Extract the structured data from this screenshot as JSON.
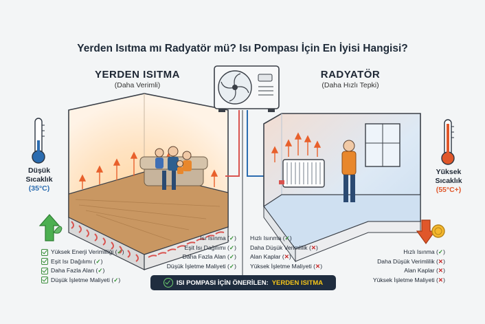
{
  "title": "Yerden Isıtma mı Radyatör mü? Isı Pompası İçin En İyisi Hangisi?",
  "left": {
    "heading": "YERDEN ISITMA",
    "subheading": "(Daha Verimli)",
    "thermometer": {
      "label_line1": "Düşük",
      "label_line2": "Sıcaklık",
      "label_line3": "(35°C)"
    },
    "benefits_icon": "leaf-arrow-up-icon",
    "list": [
      {
        "text": "Yüksek Enerji Verimliliği",
        "mark": "✓"
      },
      {
        "text": "Eşit Isı Dağılımı",
        "mark": "✓"
      },
      {
        "text": "Daha Fazla Alan",
        "mark": "✓"
      },
      {
        "text": "Düşük İşletme Maliyeti",
        "mark": "✓"
      }
    ]
  },
  "middle": {
    "list": [
      {
        "text": "Isı Isınma",
        "mark": "✓",
        "ok": true
      },
      {
        "text": "Eşit Isı Dağılımı",
        "mark": "✓",
        "ok": true
      },
      {
        "text": "Daha Fazla Alan",
        "mark": "✓",
        "ok": true
      },
      {
        "text": "Düşük İşletme Maliyeti",
        "mark": "✓",
        "ok": true
      }
    ],
    "list2": [
      {
        "text": "Hızlı Isınma",
        "mark": "✓",
        "ok": true
      },
      {
        "text": "Daha Düşük Verimlilik",
        "mark": "✕",
        "ok": false
      },
      {
        "text": "Alan Kaplar",
        "mark": "✕",
        "ok": false
      },
      {
        "text": "Yüksek İşletme Maliyeti",
        "mark": "✕",
        "ok": false
      }
    ]
  },
  "right": {
    "heading": "RADYATÖR",
    "subheading": "(Daha Hızlı Tepki)",
    "thermometer": {
      "label_line1": "Yüksek",
      "label_line2": "Sıcaklık",
      "label_line3": "(55°C+)"
    },
    "cost_icon": "arrow-down-coin-icon",
    "list": [
      {
        "text": "Hızlı Isınma",
        "mark": "✓",
        "ok": true
      },
      {
        "text": "Daha Düşük Verimlilik",
        "mark": "✕",
        "ok": false
      },
      {
        "text": "Alan Kaplar",
        "mark": "✕",
        "ok": false
      },
      {
        "text": "Yüksek İşletme Maliyeti",
        "mark": "✕",
        "ok": false
      }
    ]
  },
  "banner": {
    "prefix": "ISI POMPASI İÇİN ÖNERİLEN:",
    "highlight": "YERDEN ISITMA"
  },
  "colors": {
    "cool": "#2b6cb0",
    "warm": "#e0572a",
    "green": "#3e9a3e",
    "dark": "#1f2d3f",
    "accent": "#f5c518"
  }
}
